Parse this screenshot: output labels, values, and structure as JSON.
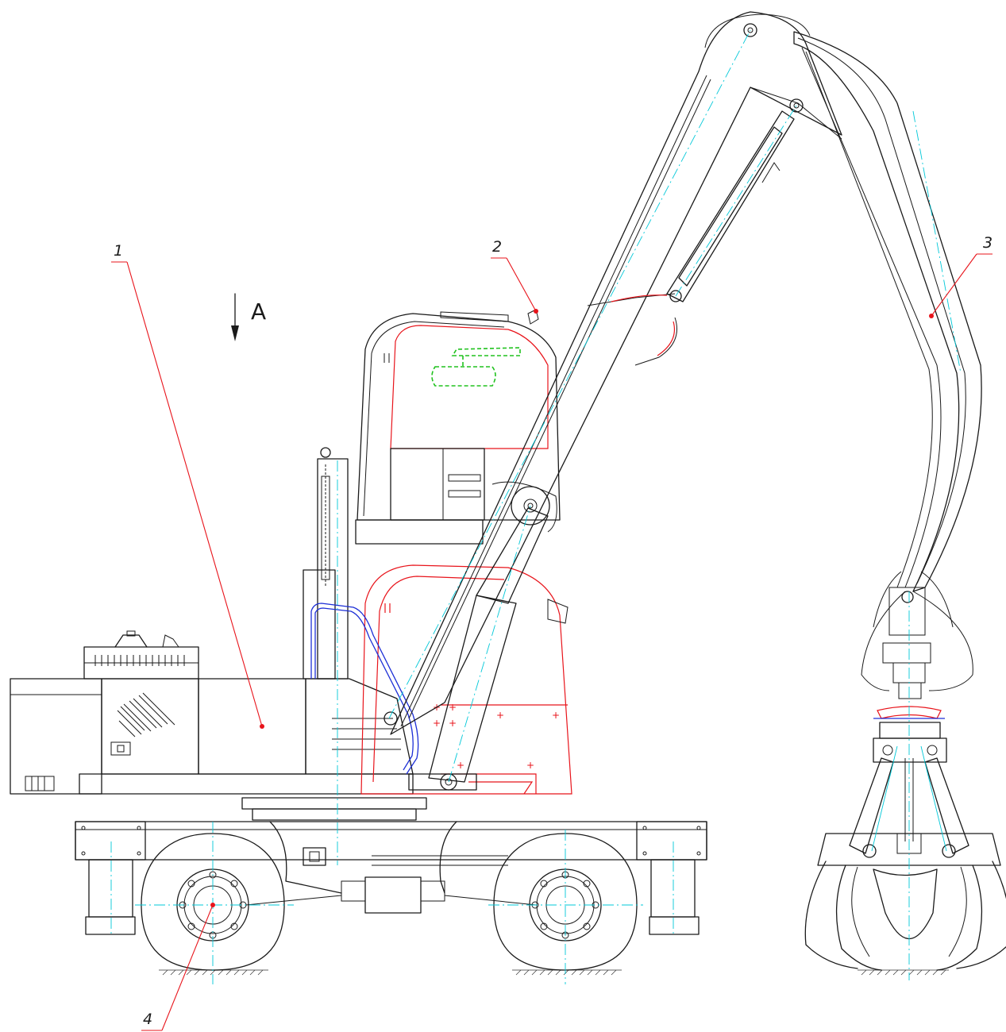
{
  "drawing": {
    "view_label": "A",
    "callouts": [
      {
        "id": "callout-1",
        "label": "1"
      },
      {
        "id": "callout-2",
        "label": "2"
      },
      {
        "id": "callout-3",
        "label": "3"
      },
      {
        "id": "callout-4",
        "label": "4"
      }
    ],
    "colors": {
      "outline": "#1a1a1a",
      "leader": "#e8141b",
      "centerline": "#00c8d8",
      "hose": "#1d2fd6",
      "hidden-cab": "#21c21f"
    }
  }
}
